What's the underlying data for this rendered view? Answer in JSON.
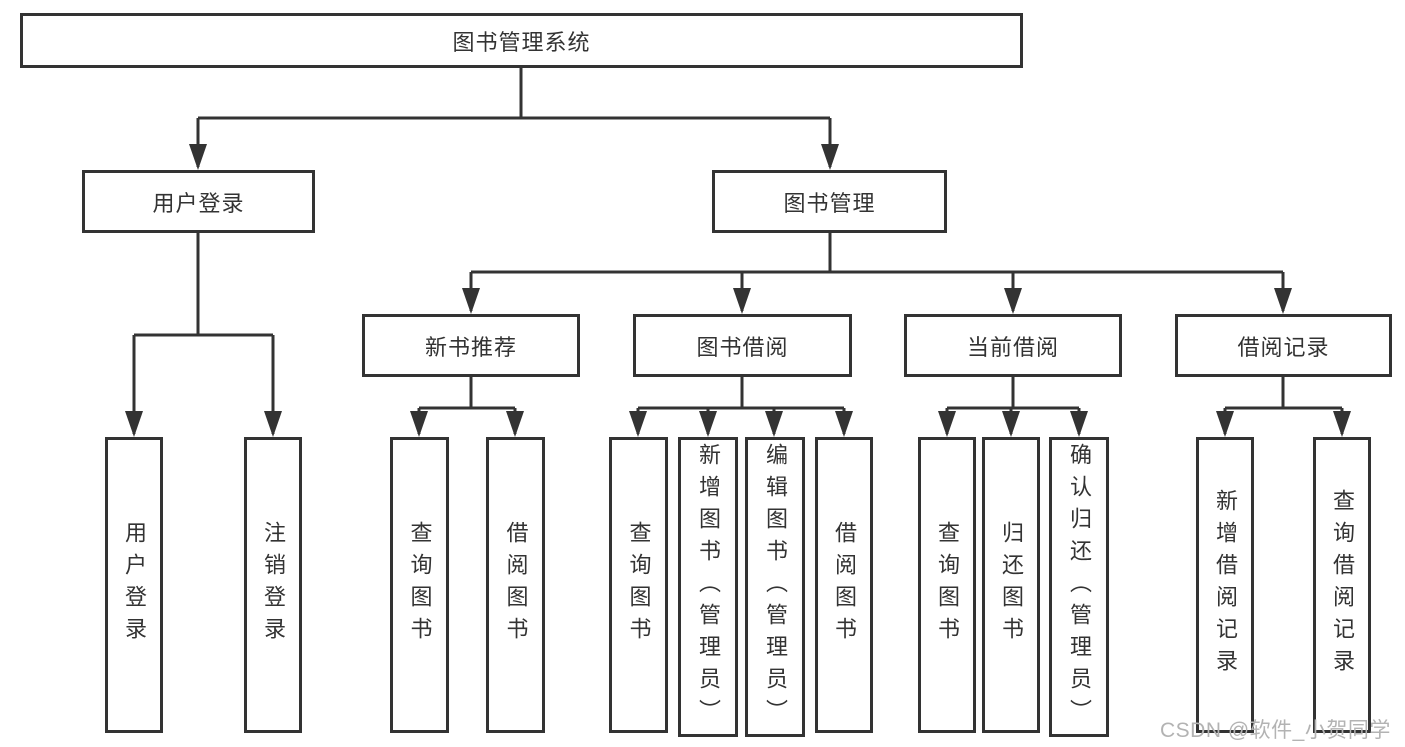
{
  "diagram": {
    "type": "hierarchy-tree",
    "root": {
      "label": "图书管理系统",
      "children": [
        {
          "label": "用户登录",
          "children": [
            {
              "label": "用户登录"
            },
            {
              "label": "注销登录"
            }
          ]
        },
        {
          "label": "图书管理",
          "children": [
            {
              "label": "新书推荐",
              "children": [
                {
                  "label": "查询图书"
                },
                {
                  "label": "借阅图书"
                }
              ]
            },
            {
              "label": "图书借阅",
              "children": [
                {
                  "label": "查询图书"
                },
                {
                  "label": "新增图书（管理员）"
                },
                {
                  "label": "编辑图书（管理员）"
                },
                {
                  "label": "借阅图书"
                }
              ]
            },
            {
              "label": "当前借阅",
              "children": [
                {
                  "label": "查询图书"
                },
                {
                  "label": "归还图书"
                },
                {
                  "label": "确认归还（管理员）"
                }
              ]
            },
            {
              "label": "借阅记录",
              "children": [
                {
                  "label": "新增借阅记录"
                },
                {
                  "label": "查询借阅记录"
                }
              ]
            }
          ]
        }
      ]
    }
  },
  "watermark": {
    "text": "CSDN @软件_小贺同学"
  },
  "colors": {
    "line": "#333333",
    "box_border": "#333333",
    "box_fill": "#ffffff",
    "text": "#333333",
    "watermark": "#b3b3b3"
  }
}
